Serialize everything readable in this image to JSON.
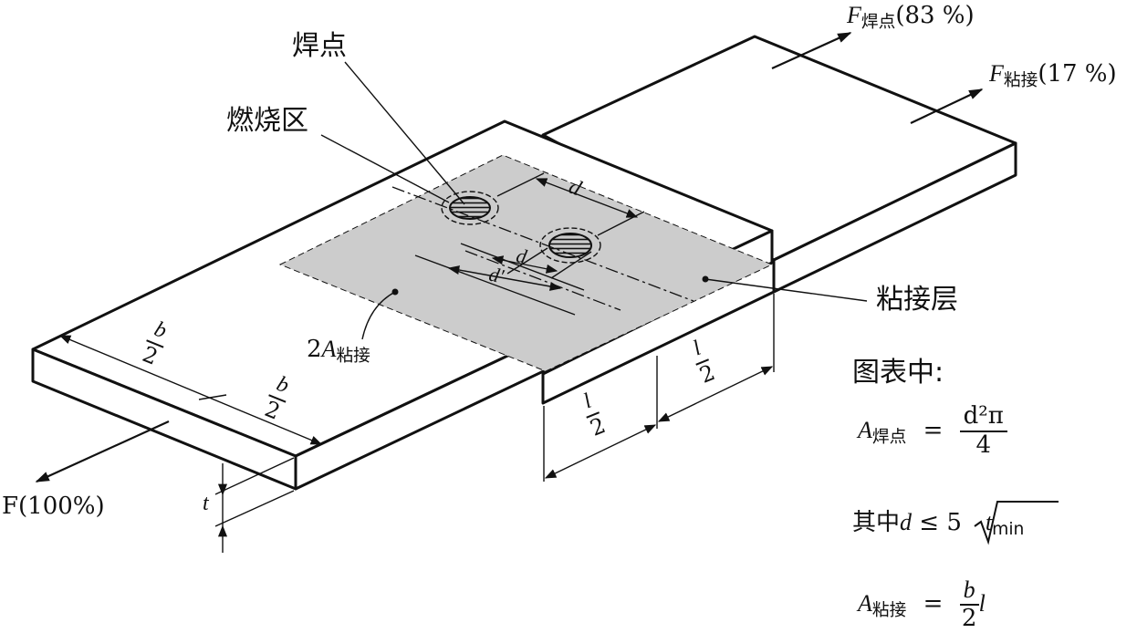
{
  "labels": {
    "weld_point": "焊点",
    "burn_zone": "燃烧区",
    "adhesive_layer": "粘接层",
    "area_2a_prefix": "2",
    "area_2a_var": "A",
    "area_2a_sub": "粘接",
    "force_main": "F(100%)",
    "force_weld_var": "F",
    "force_weld_sub": "焊点",
    "force_weld_pct": "(83 %)",
    "force_adh_var": "F",
    "force_adh_sub": "粘接",
    "force_adh_pct": "(17 %)",
    "dim_d": "d",
    "dim_d2": "d",
    "dim_dprime": "d'",
    "dim_t": "t",
    "dim_b_num": "b",
    "dim_b_den": "2",
    "dim_b2_num": "b",
    "dim_b2_den": "2",
    "dim_l_num": "l",
    "dim_l_den": "2",
    "dim_l2_num": "l",
    "dim_l2_den": "2"
  },
  "formulas": {
    "heading": "图表中:",
    "a_weld_var": "A",
    "a_weld_sub": "焊点",
    "eq1": "=",
    "a_weld_num": "d²π",
    "a_weld_den": "4",
    "cond_prefix": "其中",
    "cond_var": "d",
    "cond_rel": "≤ 5",
    "cond_root": "t",
    "cond_root_sub": "min",
    "a_adh_var": "A",
    "a_adh_sub": "粘接",
    "eq2": "=",
    "a_adh_num": "b",
    "a_adh_den": "2",
    "a_adh_tail": "l"
  },
  "colors": {
    "line": "#111111",
    "adhesive_fill": "#cccccc",
    "background": "#ffffff"
  }
}
